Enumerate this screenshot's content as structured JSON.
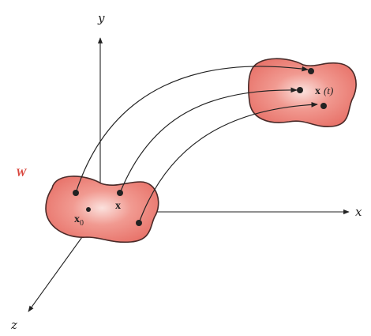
{
  "axes": {
    "x_label": "x",
    "y_label": "y",
    "z_label": "z"
  },
  "region": {
    "label": "W",
    "label_color": "#d9473e",
    "fill_color": "#e8736a",
    "edge_color": "#4a2a28",
    "highlight_color": "#fbe1dd"
  },
  "points": {
    "x0_main": "x",
    "x0_sub": "0",
    "x_label": "x",
    "xt_main": "x",
    "xt_arg": "(t)"
  },
  "colors": {
    "ink": "#222222"
  }
}
